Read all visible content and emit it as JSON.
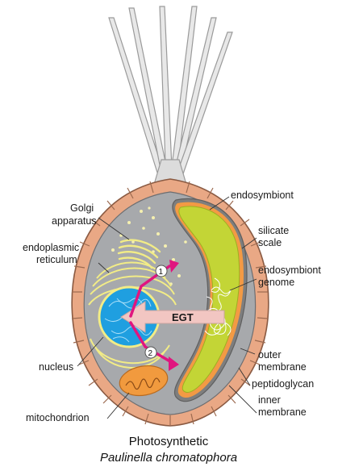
{
  "labels": {
    "golgi_1": "Golgi",
    "golgi_2": "apparatus",
    "er_1": "endoplasmic",
    "er_2": "reticulum",
    "nucleus": "nucleus",
    "mitochondrion": "mitochondrion",
    "endosymbiont": "endosymbiont",
    "silicate_1": "silicate",
    "silicate_2": "scale",
    "genome_1": "endosymbiont",
    "genome_2": "genome",
    "outer_1": "outer",
    "outer_2": "membrane",
    "peptidoglycan": "peptidoglycan",
    "inner_1": "inner",
    "inner_2": "membrane",
    "egt": "EGT",
    "step_1": "1",
    "step_2": "2"
  },
  "caption": {
    "line1": "Photosynthetic",
    "line2": "Paulinella chromatophora"
  },
  "colors": {
    "scale": "#e9a885",
    "cytoplasm": "#a7a9ac",
    "endosymbiont_green": "#c3d536",
    "envelope_orange": "#f39a44",
    "nucleus_blue": "#1f9fe0",
    "er_yellow": "#f2ec86",
    "egt_arrow": "#f2c6c2",
    "magenta": "#e0157f",
    "mito_orange": "#f19a3e"
  }
}
